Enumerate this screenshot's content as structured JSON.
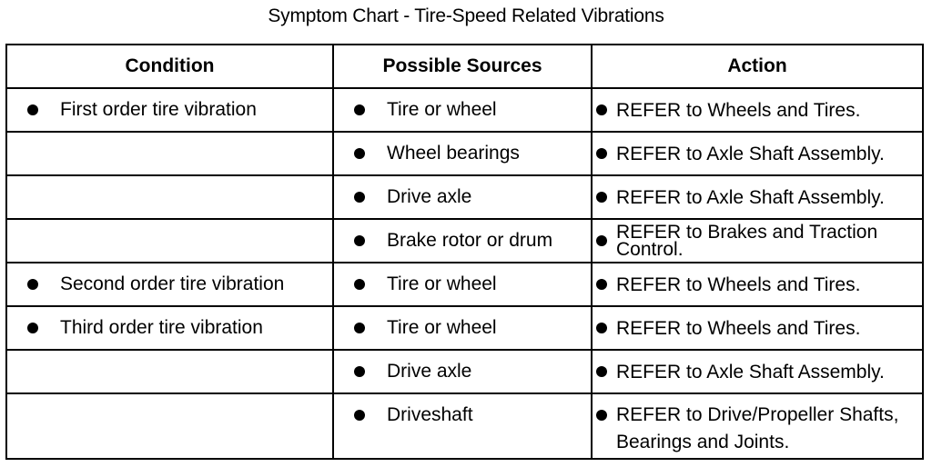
{
  "title": "Symptom Chart - Tire-Speed Related Vibrations",
  "headers": {
    "condition": "Condition",
    "sources": "Possible Sources",
    "action": "Action"
  },
  "rows": [
    {
      "condition": "First order tire vibration",
      "source": "Tire or wheel",
      "action": "REFER to Wheels and Tires."
    },
    {
      "condition": "",
      "source": "Wheel bearings",
      "action": "REFER to Axle Shaft Assembly."
    },
    {
      "condition": "",
      "source": "Drive axle",
      "action": "REFER to Axle Shaft Assembly."
    },
    {
      "condition": "",
      "source": "Brake rotor or drum",
      "action": "REFER to Brakes and Traction Control."
    },
    {
      "condition": "Second order tire vibration",
      "source": "Tire or wheel",
      "action": "REFER to Wheels and Tires."
    },
    {
      "condition": "Third order tire vibration",
      "source": "Tire or wheel",
      "action": "REFER to Wheels and Tires."
    },
    {
      "condition": "",
      "source": "Drive axle",
      "action": "REFER to Axle Shaft Assembly."
    },
    {
      "condition": "",
      "source": "Driveshaft",
      "action": "REFER to Drive/Propeller Shafts, Bearings and Joints."
    }
  ]
}
